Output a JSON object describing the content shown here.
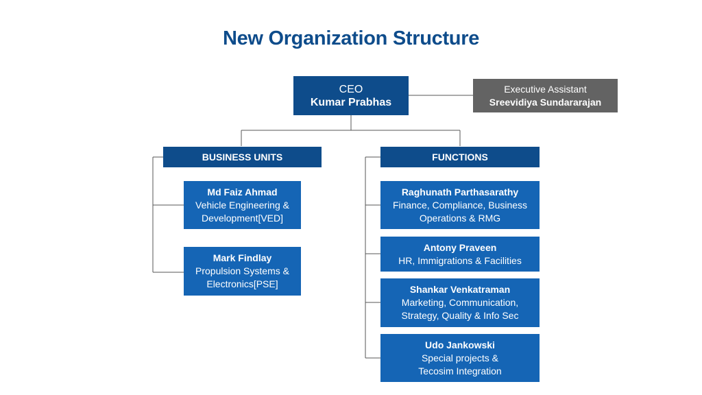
{
  "title": "New Organization Structure",
  "ceo": {
    "role": "CEO",
    "name": "Kumar Prabhas"
  },
  "assistant": {
    "role": "Executive Assistant",
    "name": "Sreevidiya Sundararajan"
  },
  "business_units": {
    "header": "BUSINESS UNITS",
    "members": [
      {
        "name": "Md Faiz Ahmad",
        "desc1": "Vehicle Engineering &",
        "desc2": "Development[VED]"
      },
      {
        "name": "Mark Findlay",
        "desc1": "Propulsion Systems &",
        "desc2": "Electronics[PSE]"
      }
    ]
  },
  "functions": {
    "header": "FUNCTIONS",
    "members": [
      {
        "name": "Raghunath Parthasarathy",
        "desc1": "Finance, Compliance, Business",
        "desc2": "Operations & RMG"
      },
      {
        "name": "Antony Praveen",
        "desc1": "HR, Immigrations & Facilities"
      },
      {
        "name": "Shankar Venkatraman",
        "desc1": "Marketing, Communication,",
        "desc2": "Strategy, Quality & Info Sec"
      },
      {
        "name": "Udo Jankowski",
        "desc1": "Special projects &",
        "desc2": "Tecosim Integration"
      }
    ]
  },
  "colors": {
    "title": "#0e4c8b",
    "header_bg": "#0e4c8b",
    "member_bg": "#1565b5",
    "assistant_bg": "#636363",
    "connector": "#555555"
  }
}
